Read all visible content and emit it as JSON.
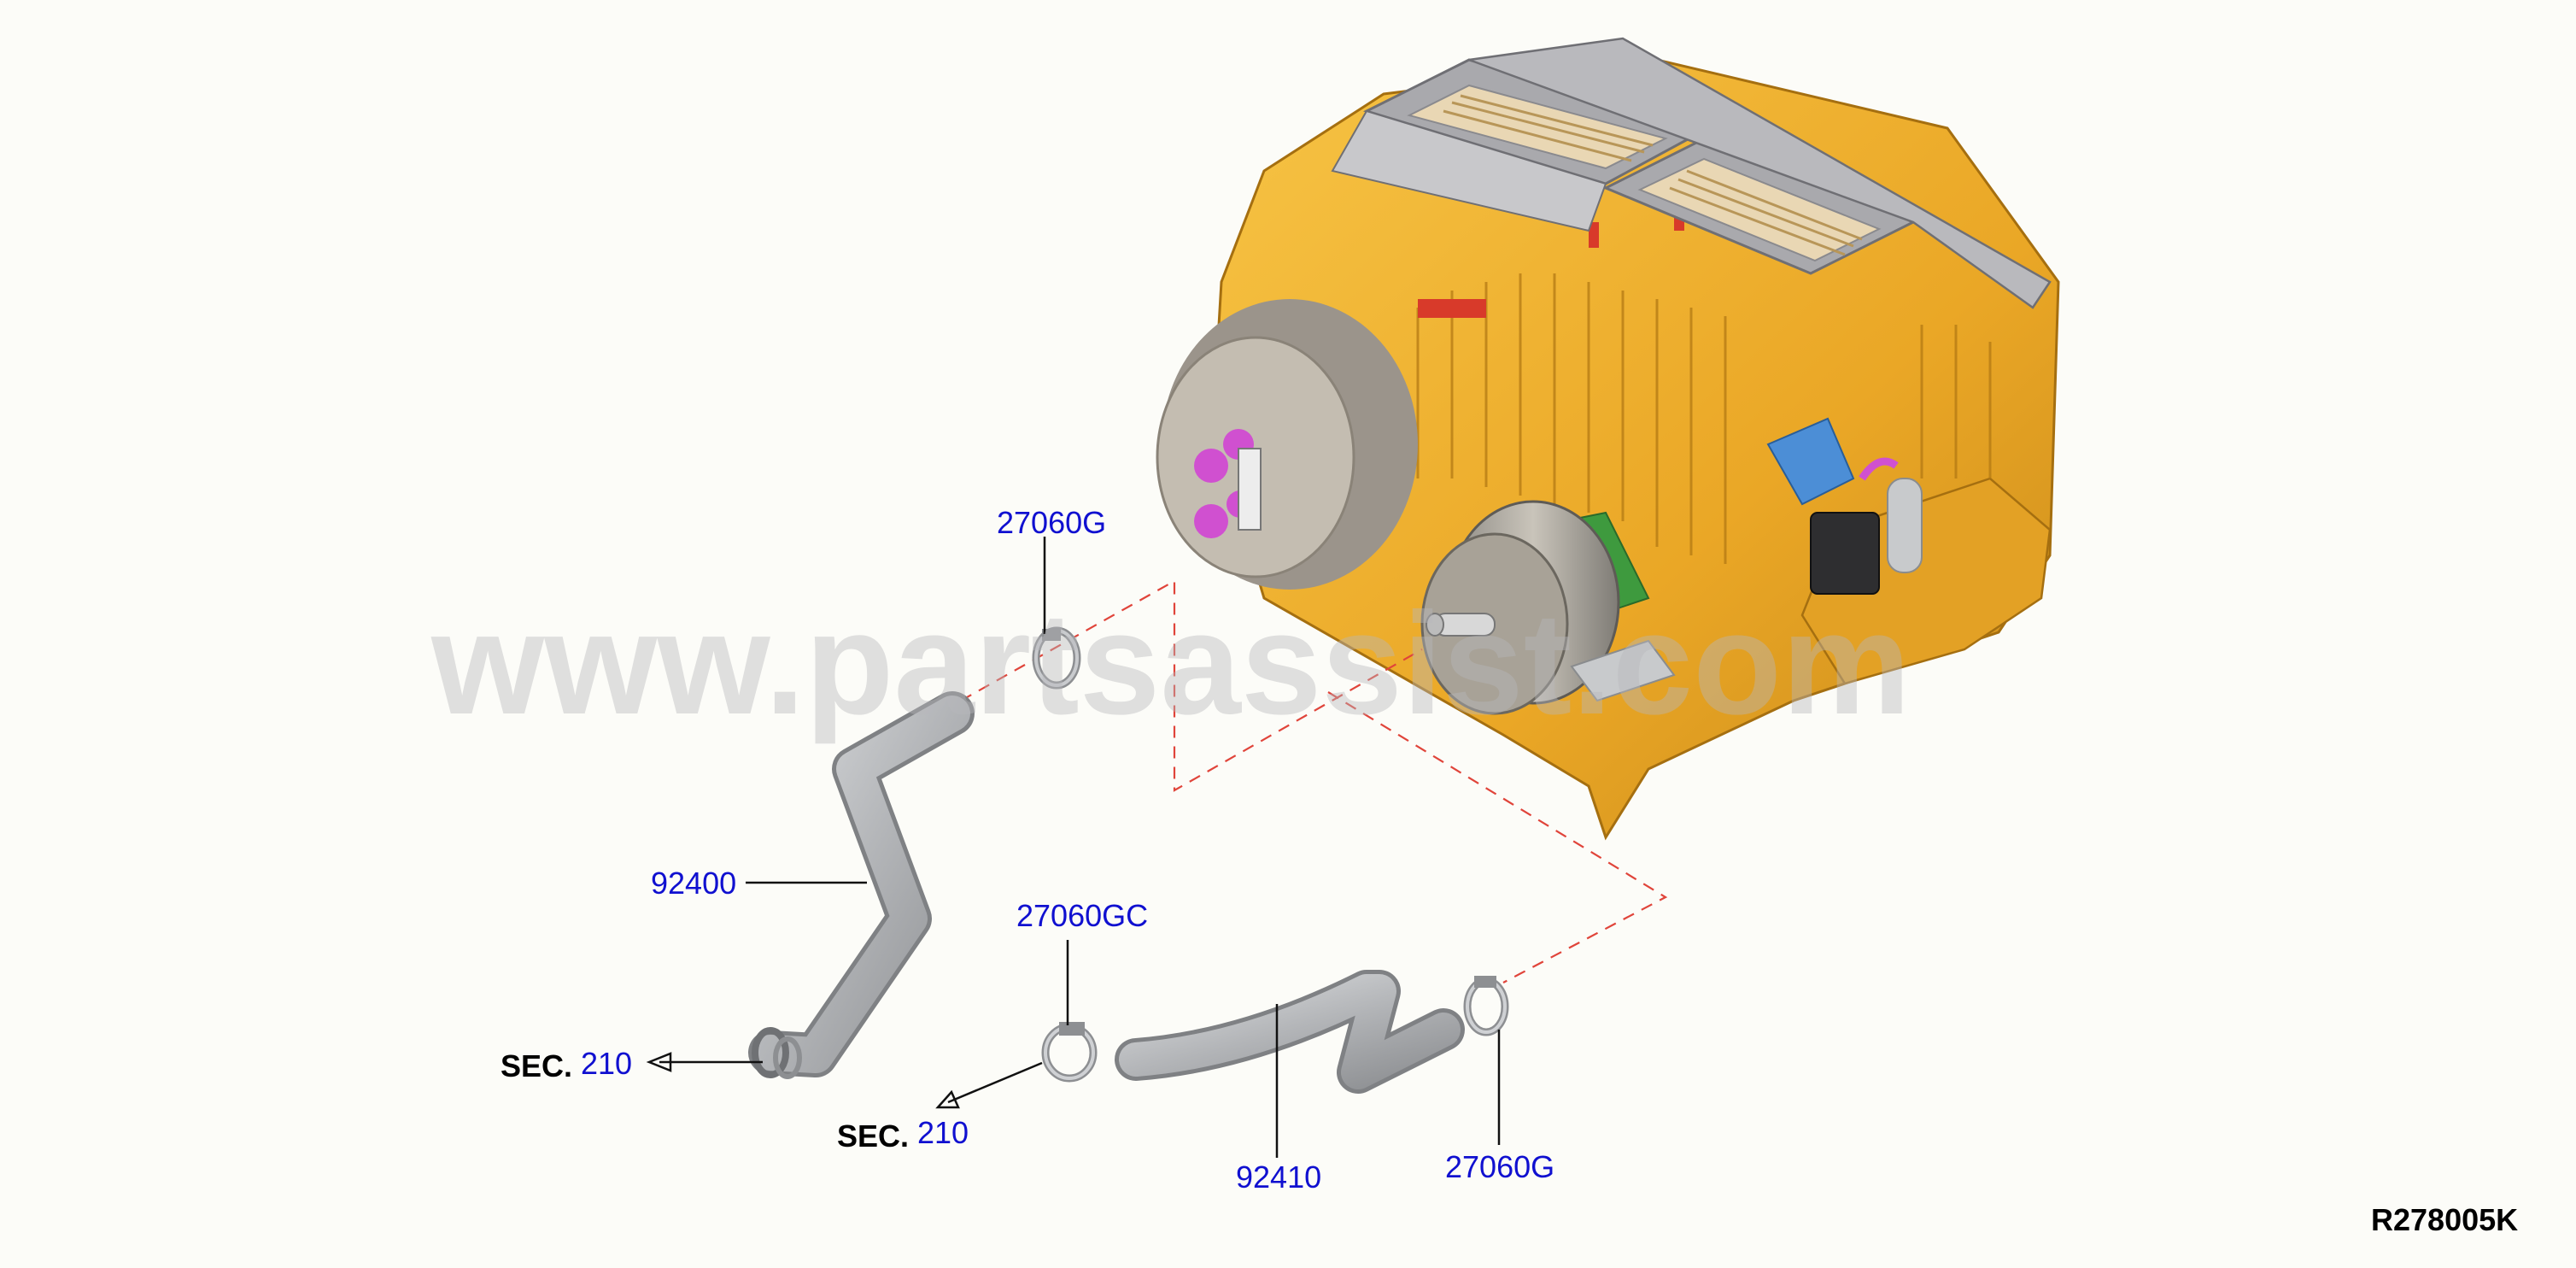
{
  "watermark": "www.partsassist.com",
  "callouts": {
    "clamp_top": "27060G",
    "hose_inlet": "92400",
    "clamp_mid": "27060GC",
    "hose_outlet": "92410",
    "clamp_right": "27060G"
  },
  "sections": [
    {
      "prefix": "SEC.",
      "number": "210"
    },
    {
      "prefix": "SEC.",
      "number": "210"
    }
  ],
  "diagram_ref": "R278005K",
  "colors": {
    "housing": "#f0b02c",
    "frame": "#a9a9ad",
    "hose": "#b7b9bc",
    "callout_text": "#1010d0",
    "dash_line": "#e0443a",
    "actuator_blue": "#4c8ed6",
    "magenta": "#d050d0",
    "motor_green": "#3e9a3e"
  }
}
